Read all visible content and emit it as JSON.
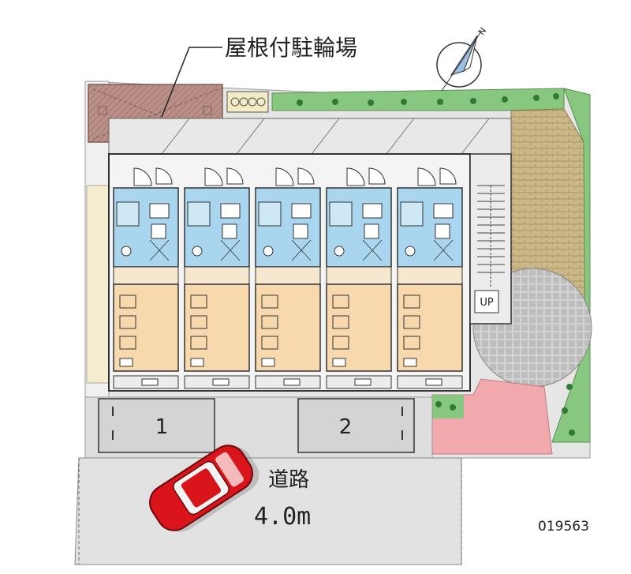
{
  "labels": {
    "covered_bike_parking": "屋根付駐輪場",
    "stairs_up": "UP",
    "road": "道路",
    "road_width": "4.0m",
    "property_code": "019563"
  },
  "parking_spaces": [
    "1",
    "2"
  ],
  "compass": {
    "north_letter": "N"
  },
  "units_count": 5,
  "colors": {
    "wet_area": "#a9d6ee",
    "living_room": "#f8d8ad",
    "paving": "#dcdcdc",
    "garden": "#7fc47a",
    "brick": "#c8b483",
    "pink_area": "#f1a9ae",
    "car": "#d9151b"
  }
}
